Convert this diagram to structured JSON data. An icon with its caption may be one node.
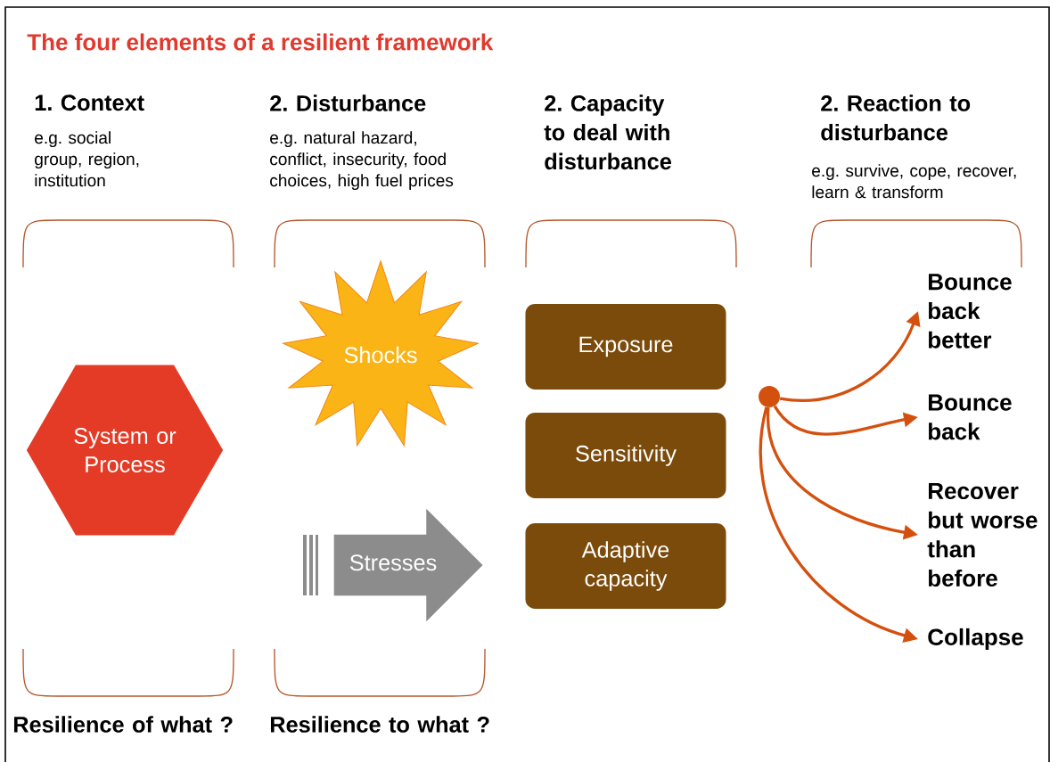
{
  "diagram": {
    "title": "The four elements of a resilient framework",
    "nodes": [
      {
        "text": [
          "System or Process"
        ]
      },
      {
        "text": [
          "Shocks"
        ]
      },
      {
        "text": [
          "Stresses"
        ]
      },
      {
        "text": [
          "Exposure"
        ]
      },
      {
        "text": [
          "Sensitivity"
        ]
      },
      {
        "text": [
          "Adaptive capacity"
        ]
      },
      {
        "text": [],
        "shape": "circle"
      },
      {
        "text": [
          "Bounce back better"
        ]
      },
      {
        "text": [
          "Bounce back"
        ]
      },
      {
        "text": [
          "Recover but worse than before"
        ]
      },
      {
        "text": [
          "Collapse"
        ]
      }
    ],
    "edges": [
      {
        "from": 6,
        "to": 7,
        "arrow": "to"
      },
      {
        "from": 6,
        "to": 8,
        "arrow": "to"
      },
      {
        "from": 6,
        "to": 9,
        "arrow": "to"
      },
      {
        "from": 6,
        "to": 10,
        "arrow": "to"
      }
    ],
    "labels": [
      "1. Context",
      "2. Disturbance",
      "2. Capacity to deal with disturbance",
      "2. Reaction to disturbance",
      "e.g. social group, region, institution",
      "e.g. natural hazard, conflict, insecurity, food choices, high fuel prices",
      "e.g. survive, cope, recover, learn & transform",
      "Resilience of what ?",
      "Resilience to what ?"
    ]
  }
}
